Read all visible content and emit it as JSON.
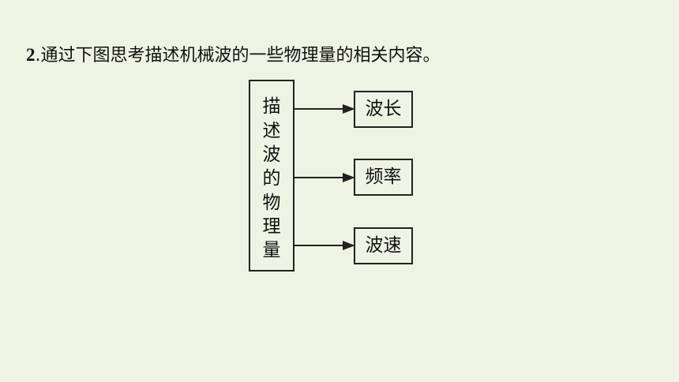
{
  "question": {
    "number": "2",
    "text": ".通过下图思考描述机械波的一些物理量的相关内容。"
  },
  "diagram": {
    "source_chars": [
      "描",
      "述",
      "波",
      "的",
      "物",
      "理",
      "量"
    ],
    "targets": [
      "波长",
      "频率",
      "波速"
    ]
  }
}
